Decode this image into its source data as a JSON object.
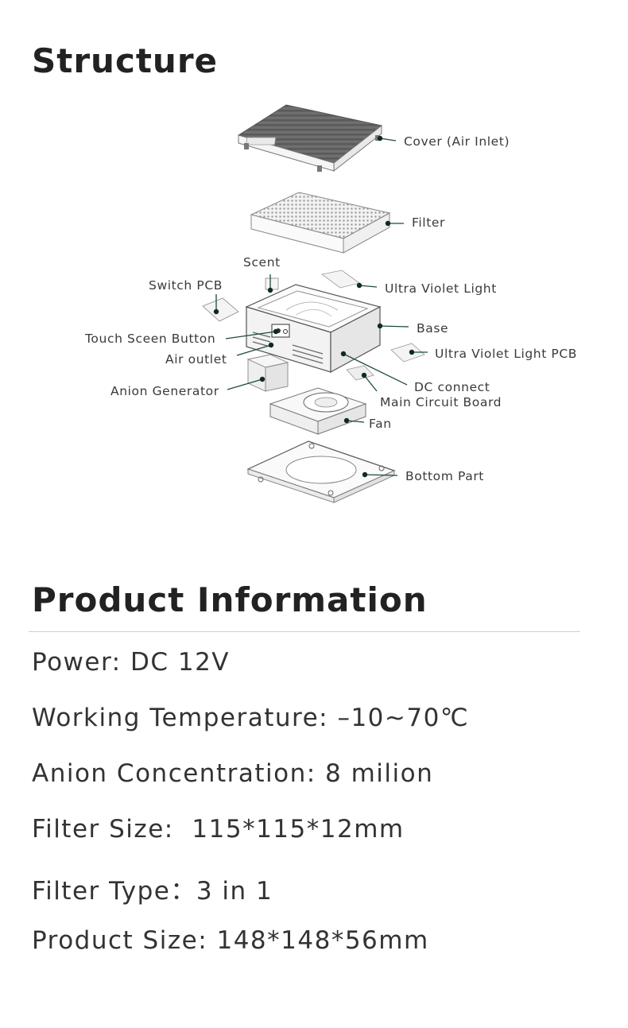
{
  "structure": {
    "title": "Structure",
    "labels": {
      "cover": "Cover (Air Inlet)",
      "filter": "Filter",
      "scent": "Scent",
      "switch_pcb": "Switch PCB",
      "uv_light": "Ultra Violet Light",
      "touch_button": "Touch Sceen Button",
      "base": "Base",
      "air_outlet": "Air outlet",
      "uv_light_pcb": "Ultra Violet Light PCB",
      "dc_connect": "DC connect",
      "anion_generator": "Anion Generator",
      "main_board": "Main Circuit Board",
      "fan": "Fan",
      "bottom_part": "Bottom Part"
    }
  },
  "product_info": {
    "title": "Product Information",
    "specs": [
      "Power: DC 12V",
      "Working Temperature: –10~70℃",
      "Anion Concentration: 8 milion",
      "Filter Size:  115*115*12mm",
      "Filter Type：3 in 1",
      "Product Size: 148*148*56mm"
    ]
  },
  "colors": {
    "leader_line": "#1e4a40",
    "divider": "#cfcfcf"
  }
}
